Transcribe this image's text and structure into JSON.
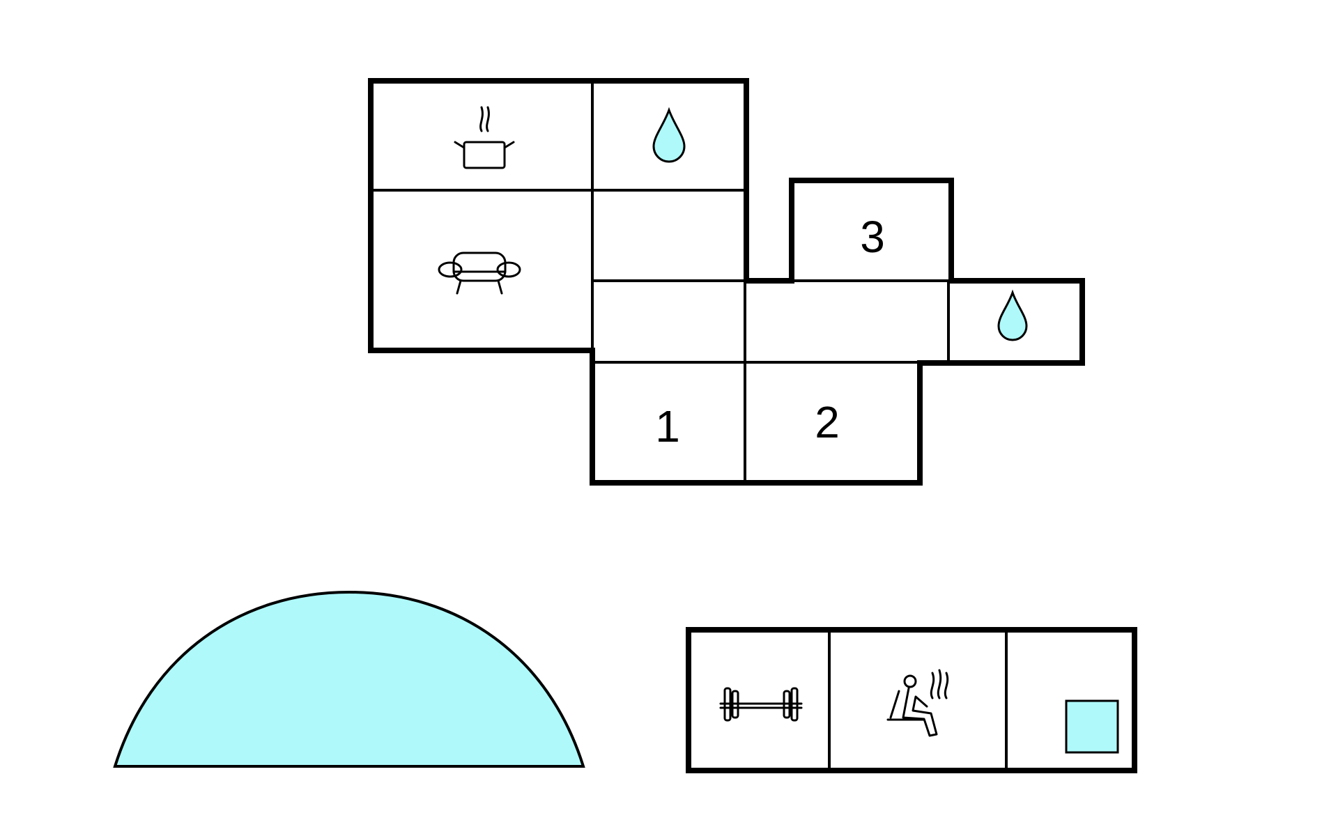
{
  "colors": {
    "wall": "#000000",
    "water": "#aff9fa",
    "background": "#ffffff"
  },
  "rooms": [
    {
      "id": "kitchen",
      "icon": "cooking-pot-icon"
    },
    {
      "id": "bathroom-upper",
      "icon": "water-drop-icon"
    },
    {
      "id": "living-room",
      "icon": "sofa-icon"
    },
    {
      "id": "hall-upper"
    },
    {
      "id": "hall-left"
    },
    {
      "id": "hall-center"
    },
    {
      "id": "bathroom-right",
      "icon": "water-drop-icon"
    },
    {
      "id": "bedroom-1",
      "label": "1"
    },
    {
      "id": "bedroom-2",
      "label": "2"
    },
    {
      "id": "bedroom-3",
      "label": "3"
    }
  ],
  "annex": [
    {
      "id": "gym",
      "icon": "barbell-icon"
    },
    {
      "id": "sauna",
      "icon": "sauna-icon"
    },
    {
      "id": "pool-room",
      "icon": "indoor-pool-icon"
    }
  ],
  "outdoor": {
    "pool_icon": "swimming-pool-icon"
  }
}
